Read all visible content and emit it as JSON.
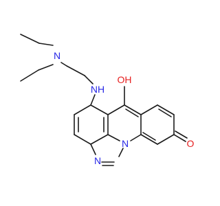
{
  "colors": {
    "bond": "#1a1a1a",
    "nitrogen": "#2626e6",
    "oxygen": "#e61e1e",
    "background": "#ffffff"
  },
  "atoms": {
    "amine_n": "N",
    "linker_nh": "NH",
    "hydroxyl": "OH",
    "ring_n_upper": "N",
    "ring_n_lower": "N",
    "ketone_o": "O"
  }
}
